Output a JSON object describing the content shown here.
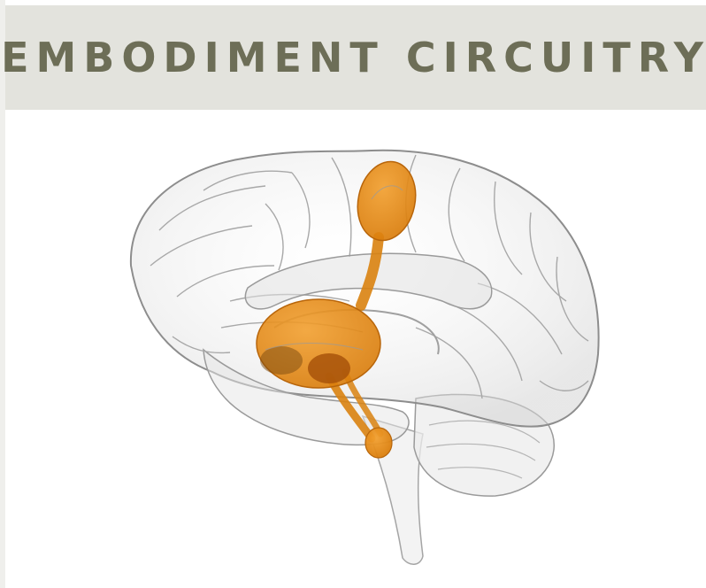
{
  "banner": {
    "title": "EMBODIMENT CIRCUITRY"
  },
  "colors": {
    "banner_bg": "#e3e3dd",
    "title_text": "#6d6e57",
    "brain_outline": "#8d8d8d",
    "highlight_orange": "#e28a10",
    "highlight_dark": "#a8540a"
  },
  "illustration": {
    "subject": "translucent-brain",
    "highlighted_regions": [
      "superior-region",
      "central-region",
      "inferior-region"
    ]
  }
}
